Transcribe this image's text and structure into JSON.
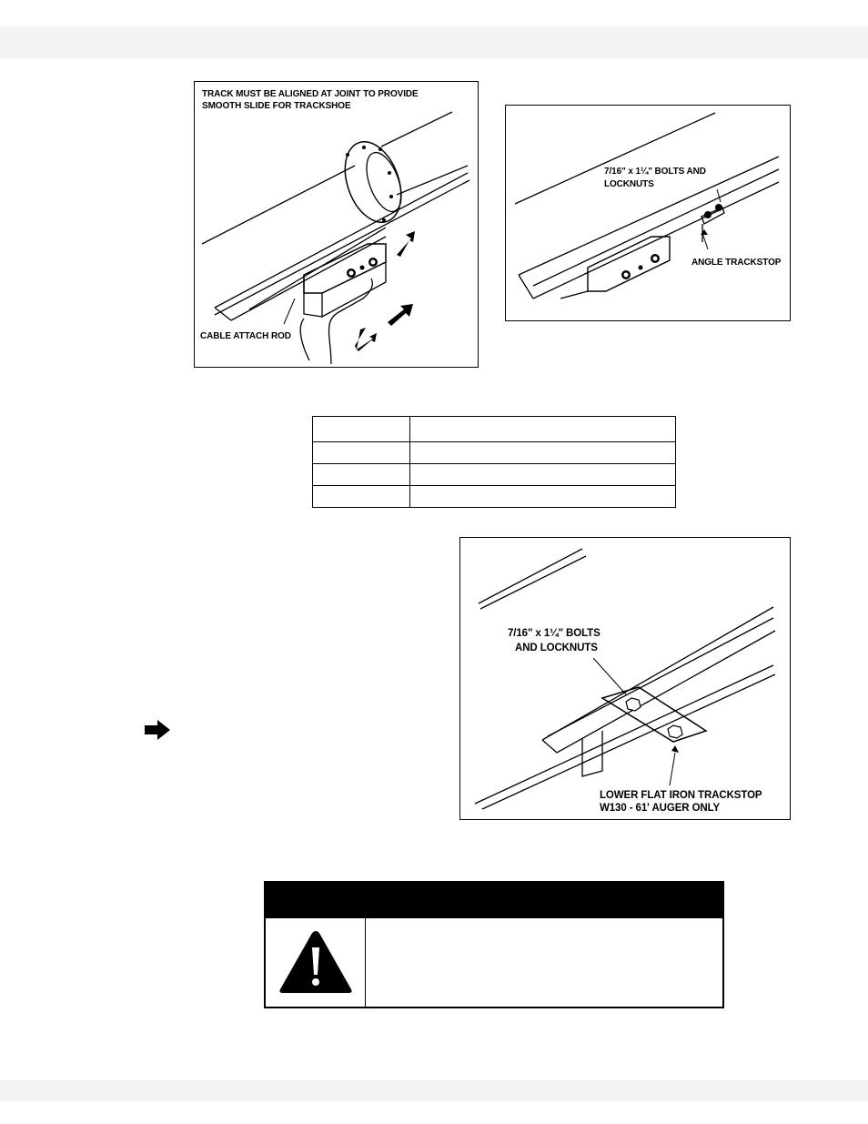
{
  "figures": {
    "track_alignment": {
      "caption_line1": "TRACK MUST BE ALIGNED AT JOINT TO PROVIDE",
      "caption_line2": "SMOOTH SLIDE FOR TRACKSHOE",
      "rod_label": "CABLE ATTACH ROD"
    },
    "angle_trackstop": {
      "bolt_label_line1": "7/16\" x 1¼\" BOLTS AND",
      "bolt_label_line2": "LOCKNUTS",
      "stop_label": "ANGLE TRACKSTOP"
    },
    "flat_iron_trackstop": {
      "bolt_label_line1": "7/16\" x 1¼\" BOLTS",
      "bolt_label_line2": "AND LOCKNUTS",
      "stop_label_line1": "LOWER FLAT IRON TRACKSTOP",
      "stop_label_line2": "W130 - 61' AUGER ONLY"
    }
  },
  "table": {
    "rows": [
      [
        "",
        ""
      ],
      [
        "",
        ""
      ],
      [
        "",
        ""
      ],
      [
        "",
        ""
      ]
    ]
  },
  "icons": {
    "pointer": "right-arrow-icon",
    "warning": "warning-triangle-icon"
  },
  "colors": {
    "band": "#f3f3f3",
    "warning_header": "#000000"
  }
}
